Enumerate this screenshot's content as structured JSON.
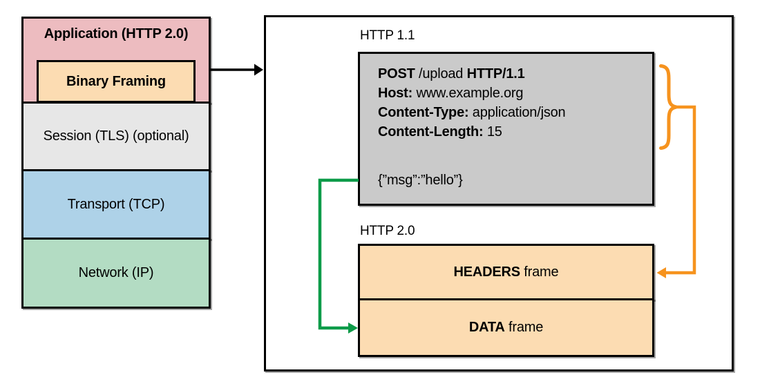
{
  "colors": {
    "application_pink": "#edbcc0",
    "framing_tan": "#fcdcb2",
    "session_gray": "#e7e7e7",
    "transport_blue": "#aed2e8",
    "network_green": "#b3dcc3",
    "request_gray": "#cacaca",
    "arrow_black": "#000000",
    "arrow_orange": "#f6931e",
    "arrow_green": "#0d9b49"
  },
  "stack": {
    "application": "Application (HTTP 2.0)",
    "binary_framing": "Binary Framing",
    "session": "Session (TLS) (optional)",
    "transport": "Transport (TCP)",
    "network": "Network (IP)"
  },
  "detail": {
    "http11_label": "HTTP 1.1",
    "http20_label": "HTTP 2.0",
    "request_lines": [
      [
        {
          "text": "POST",
          "bold": true
        },
        {
          "text": " /upload ",
          "bold": false
        },
        {
          "text": "HTTP/1.1",
          "bold": true
        }
      ],
      [
        {
          "text": "Host:",
          "bold": true
        },
        {
          "text": " www.example.org",
          "bold": false
        }
      ],
      [
        {
          "text": "Content-Type:",
          "bold": true
        },
        {
          "text": " application/json",
          "bold": false
        }
      ],
      [
        {
          "text": "Content-Length:",
          "bold": true
        },
        {
          "text": " 15",
          "bold": false
        }
      ]
    ],
    "request_body": "{”msg”:”hello”}",
    "headers_frame": [
      {
        "text": "HEADERS",
        "bold": true
      },
      {
        "text": " frame",
        "bold": false
      }
    ],
    "data_frame": [
      {
        "text": "DATA",
        "bold": true
      },
      {
        "text": " frame",
        "bold": false
      }
    ]
  }
}
